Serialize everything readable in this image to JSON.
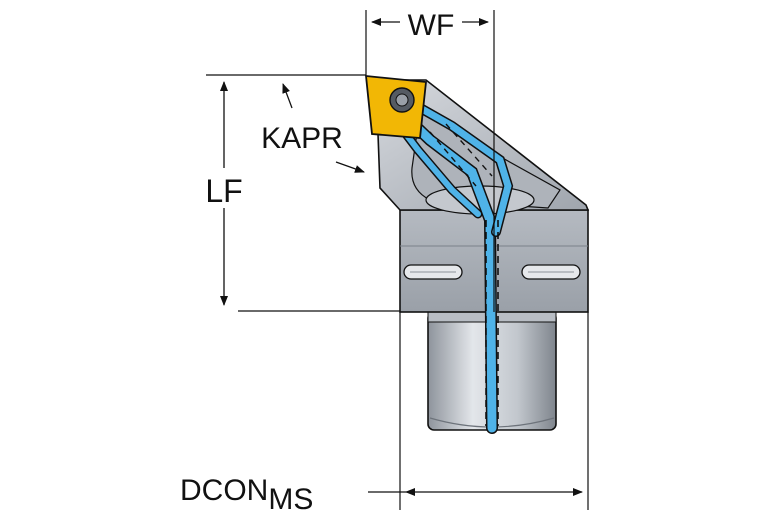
{
  "labels": {
    "wf": "WF",
    "lf": "LF",
    "kapr": "KAPR",
    "dcon_main": "DCON",
    "dcon_sub": "MS"
  },
  "colors": {
    "insert": "#f2b705",
    "coolant": "#4fb3e8",
    "body_light": "#c9cdd3",
    "body_dark": "#8a9099",
    "outline": "#111111"
  }
}
